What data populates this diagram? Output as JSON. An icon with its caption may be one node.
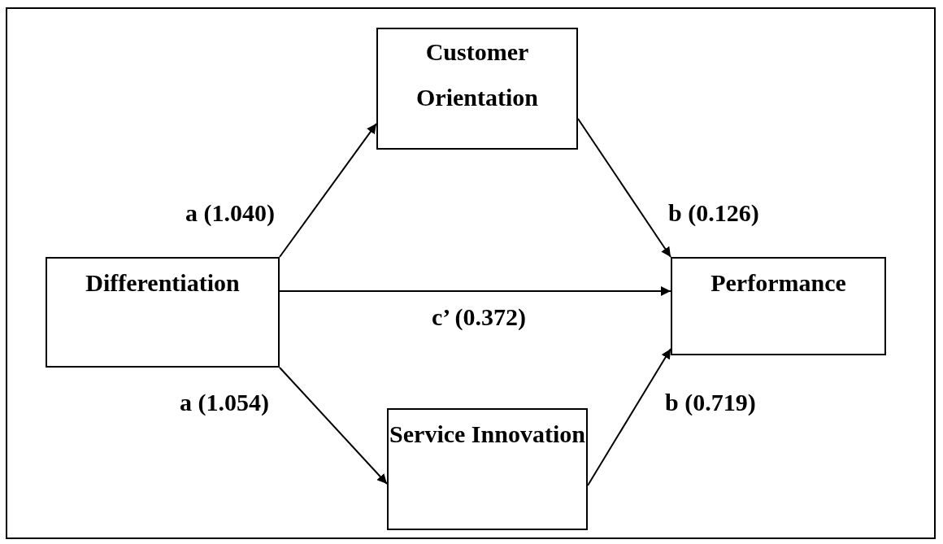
{
  "diagram": {
    "nodes": [
      {
        "text": [
          "Customer Orientation"
        ]
      },
      {
        "text": [
          "Differentiation"
        ]
      },
      {
        "text": [
          "Performance"
        ]
      },
      {
        "text": [
          "Service Innovation"
        ]
      }
    ],
    "edges": [
      {
        "from": 1,
        "to": 0,
        "arrow": "to",
        "label": "a (1.040)"
      },
      {
        "from": 0,
        "to": 2,
        "arrow": "to",
        "label": "b (0.126)"
      },
      {
        "from": 1,
        "to": 2,
        "arrow": "to",
        "label": "c’ (0.372)"
      },
      {
        "from": 1,
        "to": 3,
        "arrow": "to",
        "label": "a (1.054)"
      },
      {
        "from": 3,
        "to": 2,
        "arrow": "to",
        "label": "b (0.719)"
      }
    ]
  }
}
